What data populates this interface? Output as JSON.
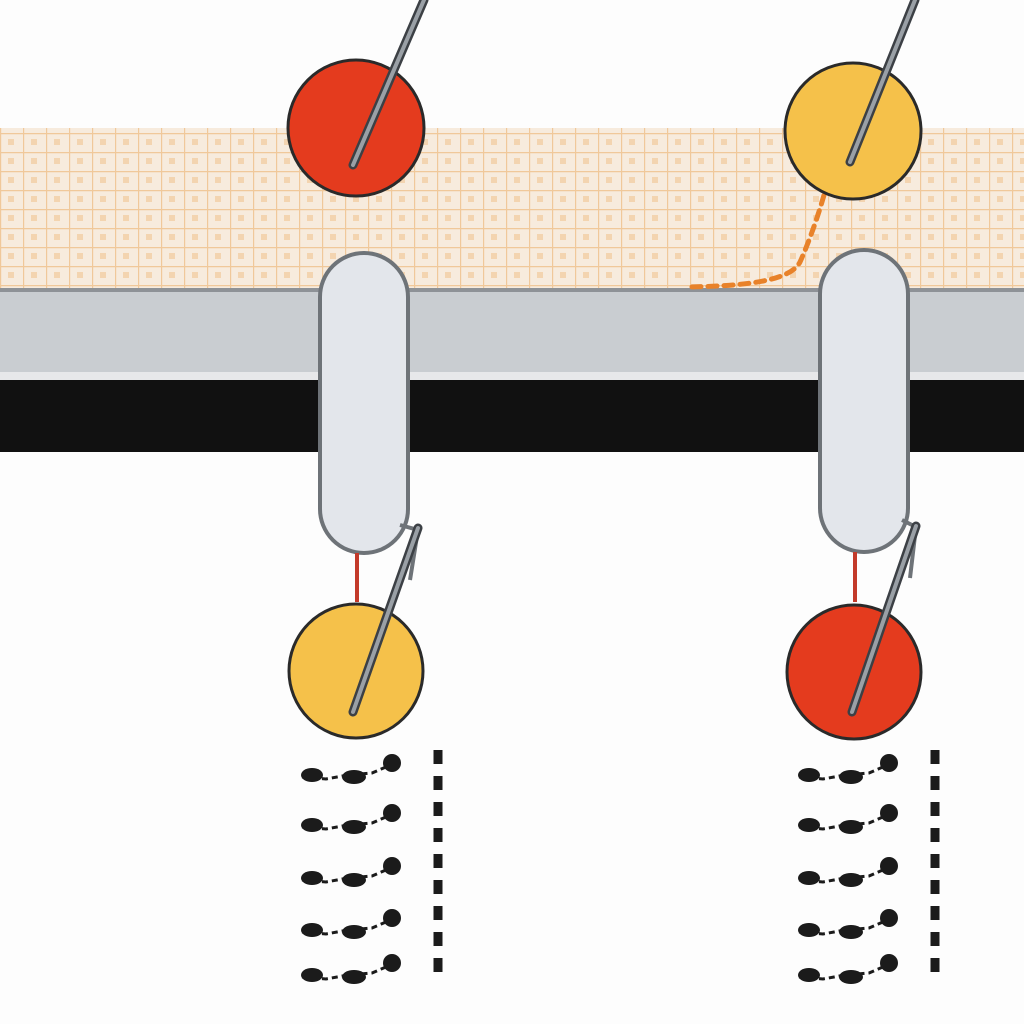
{
  "diagram": {
    "colors": {
      "background": "#fdfdfd",
      "grid_band": "#f7ebdd",
      "grid_lines": "#f0c89a",
      "upper_rail": "#c9cdd1",
      "lower_rail": "#111111",
      "capsule_fill": "#e3e6eb",
      "capsule_stroke": "#6e7378",
      "red": "#e43b1e",
      "yellow": "#f5c14a",
      "rod": "#555a5f",
      "connector": "#c33a2a",
      "dashed_trail": "#e8822a",
      "marks": "#1b1b1b"
    },
    "assemblies": [
      {
        "id": "left",
        "top_ball": {
          "color_name": "red",
          "icon": "pin-ball-icon"
        },
        "bottom_ball": {
          "color_name": "yellow",
          "icon": "pin-ball-icon"
        }
      },
      {
        "id": "right",
        "top_ball": {
          "color_name": "yellow",
          "icon": "pin-ball-icon"
        },
        "bottom_ball": {
          "color_name": "red",
          "icon": "pin-ball-icon"
        }
      }
    ],
    "mark_groups": 2,
    "mark_rows": 5
  }
}
